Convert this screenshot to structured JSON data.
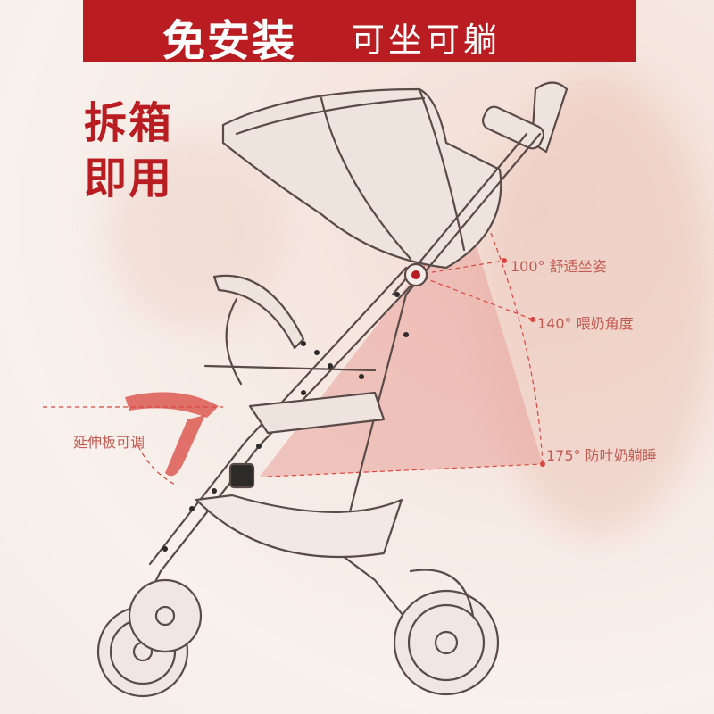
{
  "banner": {
    "title": "免安装",
    "subtitle": "可坐可躺"
  },
  "side_title": {
    "line1": "拆箱",
    "line2": "即用"
  },
  "angles": [
    {
      "value": "100°",
      "label": "舒适坐姿"
    },
    {
      "value": "140°",
      "label": "喂奶角度"
    },
    {
      "value": "175°",
      "label": "防吐奶躺睡"
    }
  ],
  "extension_label": "延伸板可调",
  "colors": {
    "banner_red": "#b91d22",
    "accent_line": "#d9463f",
    "label_text": "#c25a52",
    "stroller_outline": "#5a4a48"
  }
}
